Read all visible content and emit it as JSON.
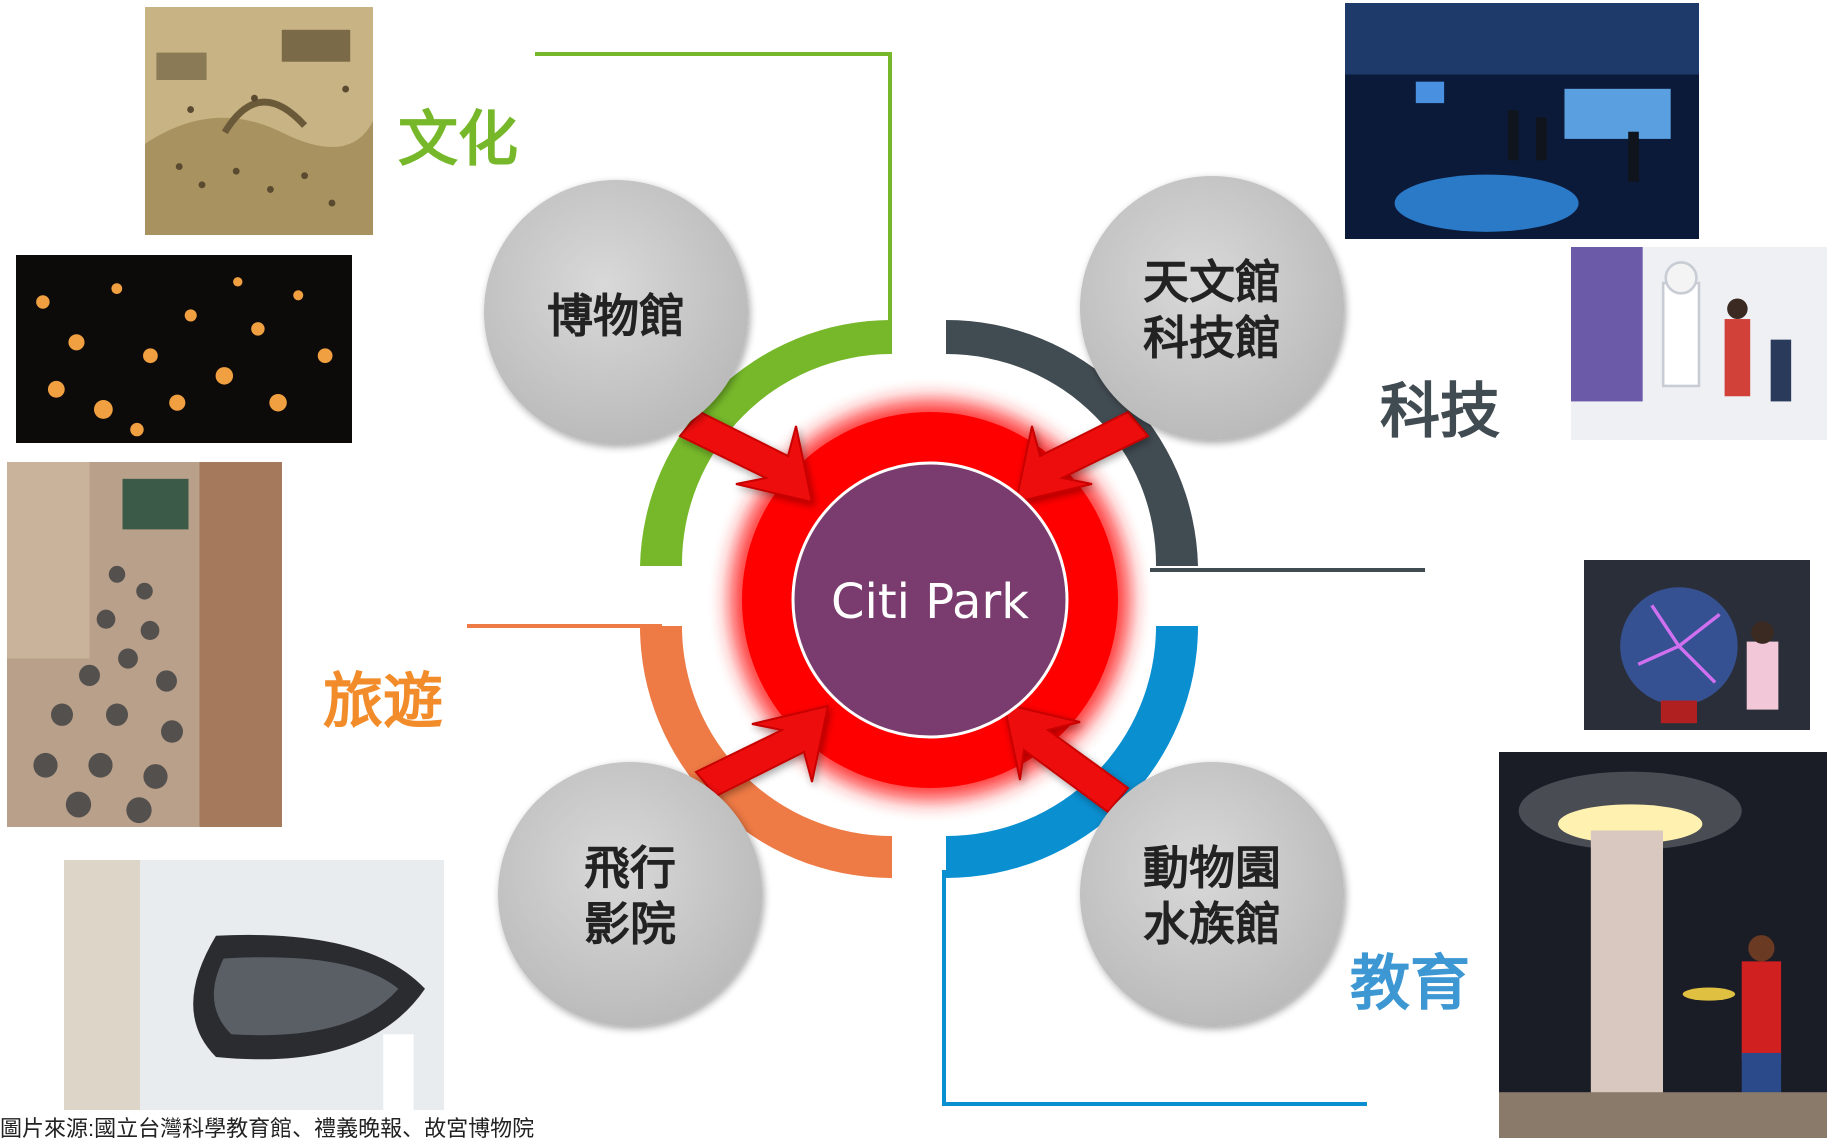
{
  "center": {
    "label": "Citi Park"
  },
  "nodes": [
    {
      "id": "museum",
      "lines": [
        "博物館"
      ]
    },
    {
      "id": "science",
      "lines": [
        "天文館",
        "科技館"
      ]
    },
    {
      "id": "cinema",
      "lines": [
        "飛行",
        "影院"
      ]
    },
    {
      "id": "zoo",
      "lines": [
        "動物園",
        "水族館"
      ]
    }
  ],
  "categories": [
    {
      "id": "culture",
      "label": "文化",
      "color": "#76b82a"
    },
    {
      "id": "tech",
      "label": "科技",
      "color": "#414b52"
    },
    {
      "id": "tourism",
      "label": "旅遊",
      "color": "#f28c2a"
    },
    {
      "id": "education",
      "label": "教育",
      "color": "#3c97d3"
    }
  ],
  "colors": {
    "center_fill": "#7a3c6e",
    "ring_red": "#ff0000",
    "arrow_red": "#ee1111",
    "node_gray": "#c8c8c8",
    "arc_orange": "#ee7a45",
    "arc_blue": "#0a8fd0"
  },
  "photos": [
    {
      "id": "ancient-painting",
      "subject": "ancient-scroll-painting"
    },
    {
      "id": "sky-lanterns",
      "subject": "sky-lanterns-night"
    },
    {
      "id": "tourist-crowd",
      "subject": "crowd-in-street"
    },
    {
      "id": "spiral-gallery",
      "subject": "spiral-walkway-visitors"
    },
    {
      "id": "planetarium-hall",
      "subject": "dark-exhibition-hall"
    },
    {
      "id": "robot-exhibit",
      "subject": "robot-and-children"
    },
    {
      "id": "plasma-ball",
      "subject": "plasma-ball-girl"
    },
    {
      "id": "ufo-exhibit",
      "subject": "ufo-beam-exhibit"
    }
  ],
  "caption": "圖片來源:國立台灣科學教育館、禮義晚報、故宮博物院"
}
